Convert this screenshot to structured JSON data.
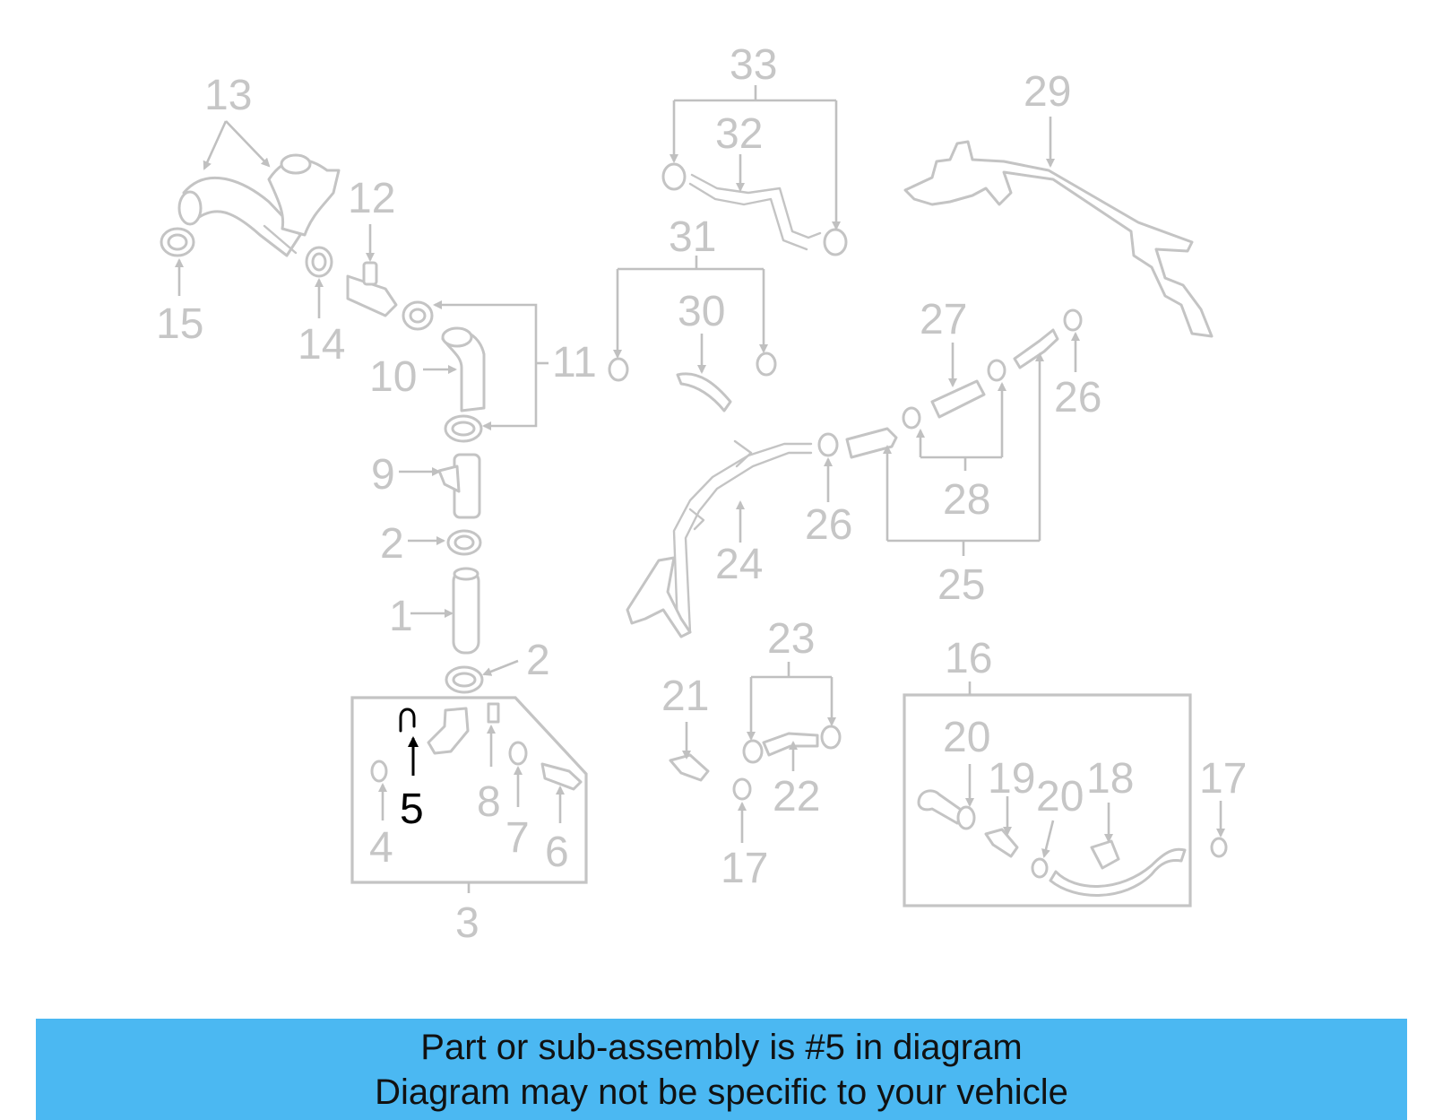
{
  "diagram": {
    "callouts": {
      "n1": "1",
      "n2a": "2",
      "n2b": "2",
      "n3": "3",
      "n4": "4",
      "n5": "5",
      "n6": "6",
      "n7": "7",
      "n8": "8",
      "n9": "9",
      "n10": "10",
      "n11": "11",
      "n12": "12",
      "n13": "13",
      "n14": "14",
      "n15": "15",
      "n16": "16",
      "n17a": "17",
      "n17b": "17",
      "n18": "18",
      "n19": "19",
      "n20a": "20",
      "n20b": "20",
      "n21": "21",
      "n22": "22",
      "n23": "23",
      "n24": "24",
      "n25": "25",
      "n26a": "26",
      "n26b": "26",
      "n27": "27",
      "n28": "28",
      "n29": "29",
      "n30": "30",
      "n31": "31",
      "n32": "32",
      "n33": "33"
    },
    "highlighted_part": "5",
    "colors": {
      "part_line": "#c4c4c4",
      "highlight": "#000000",
      "banner": "#4bb8f2"
    }
  },
  "banner": {
    "line1": "Part or sub-assembly is #5 in diagram",
    "line2": "Diagram may not be specific to your vehicle"
  }
}
